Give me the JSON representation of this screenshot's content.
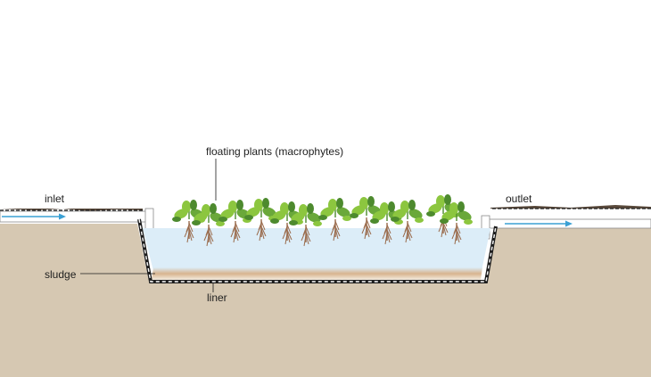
{
  "labels": {
    "floating_plants": "floating plants (macrophytes)",
    "inlet": "inlet",
    "outlet": "outlet",
    "sludge": "sludge",
    "liner": "liner"
  },
  "colors": {
    "ground": "#d6c8b2",
    "water": "#dcedf8",
    "sludge": "#d8b48e",
    "liner": "#1c1c1c",
    "flow_arrow": "#3aa0d4",
    "leaf_light": "#8cc63f",
    "leaf_dark": "#4d8a2e",
    "root": "#9a6b4c"
  },
  "icons": {
    "inlet_flow": "arrow-right-icon",
    "outlet_flow": "arrow-right-icon",
    "plant": "floating-plant-icon"
  }
}
